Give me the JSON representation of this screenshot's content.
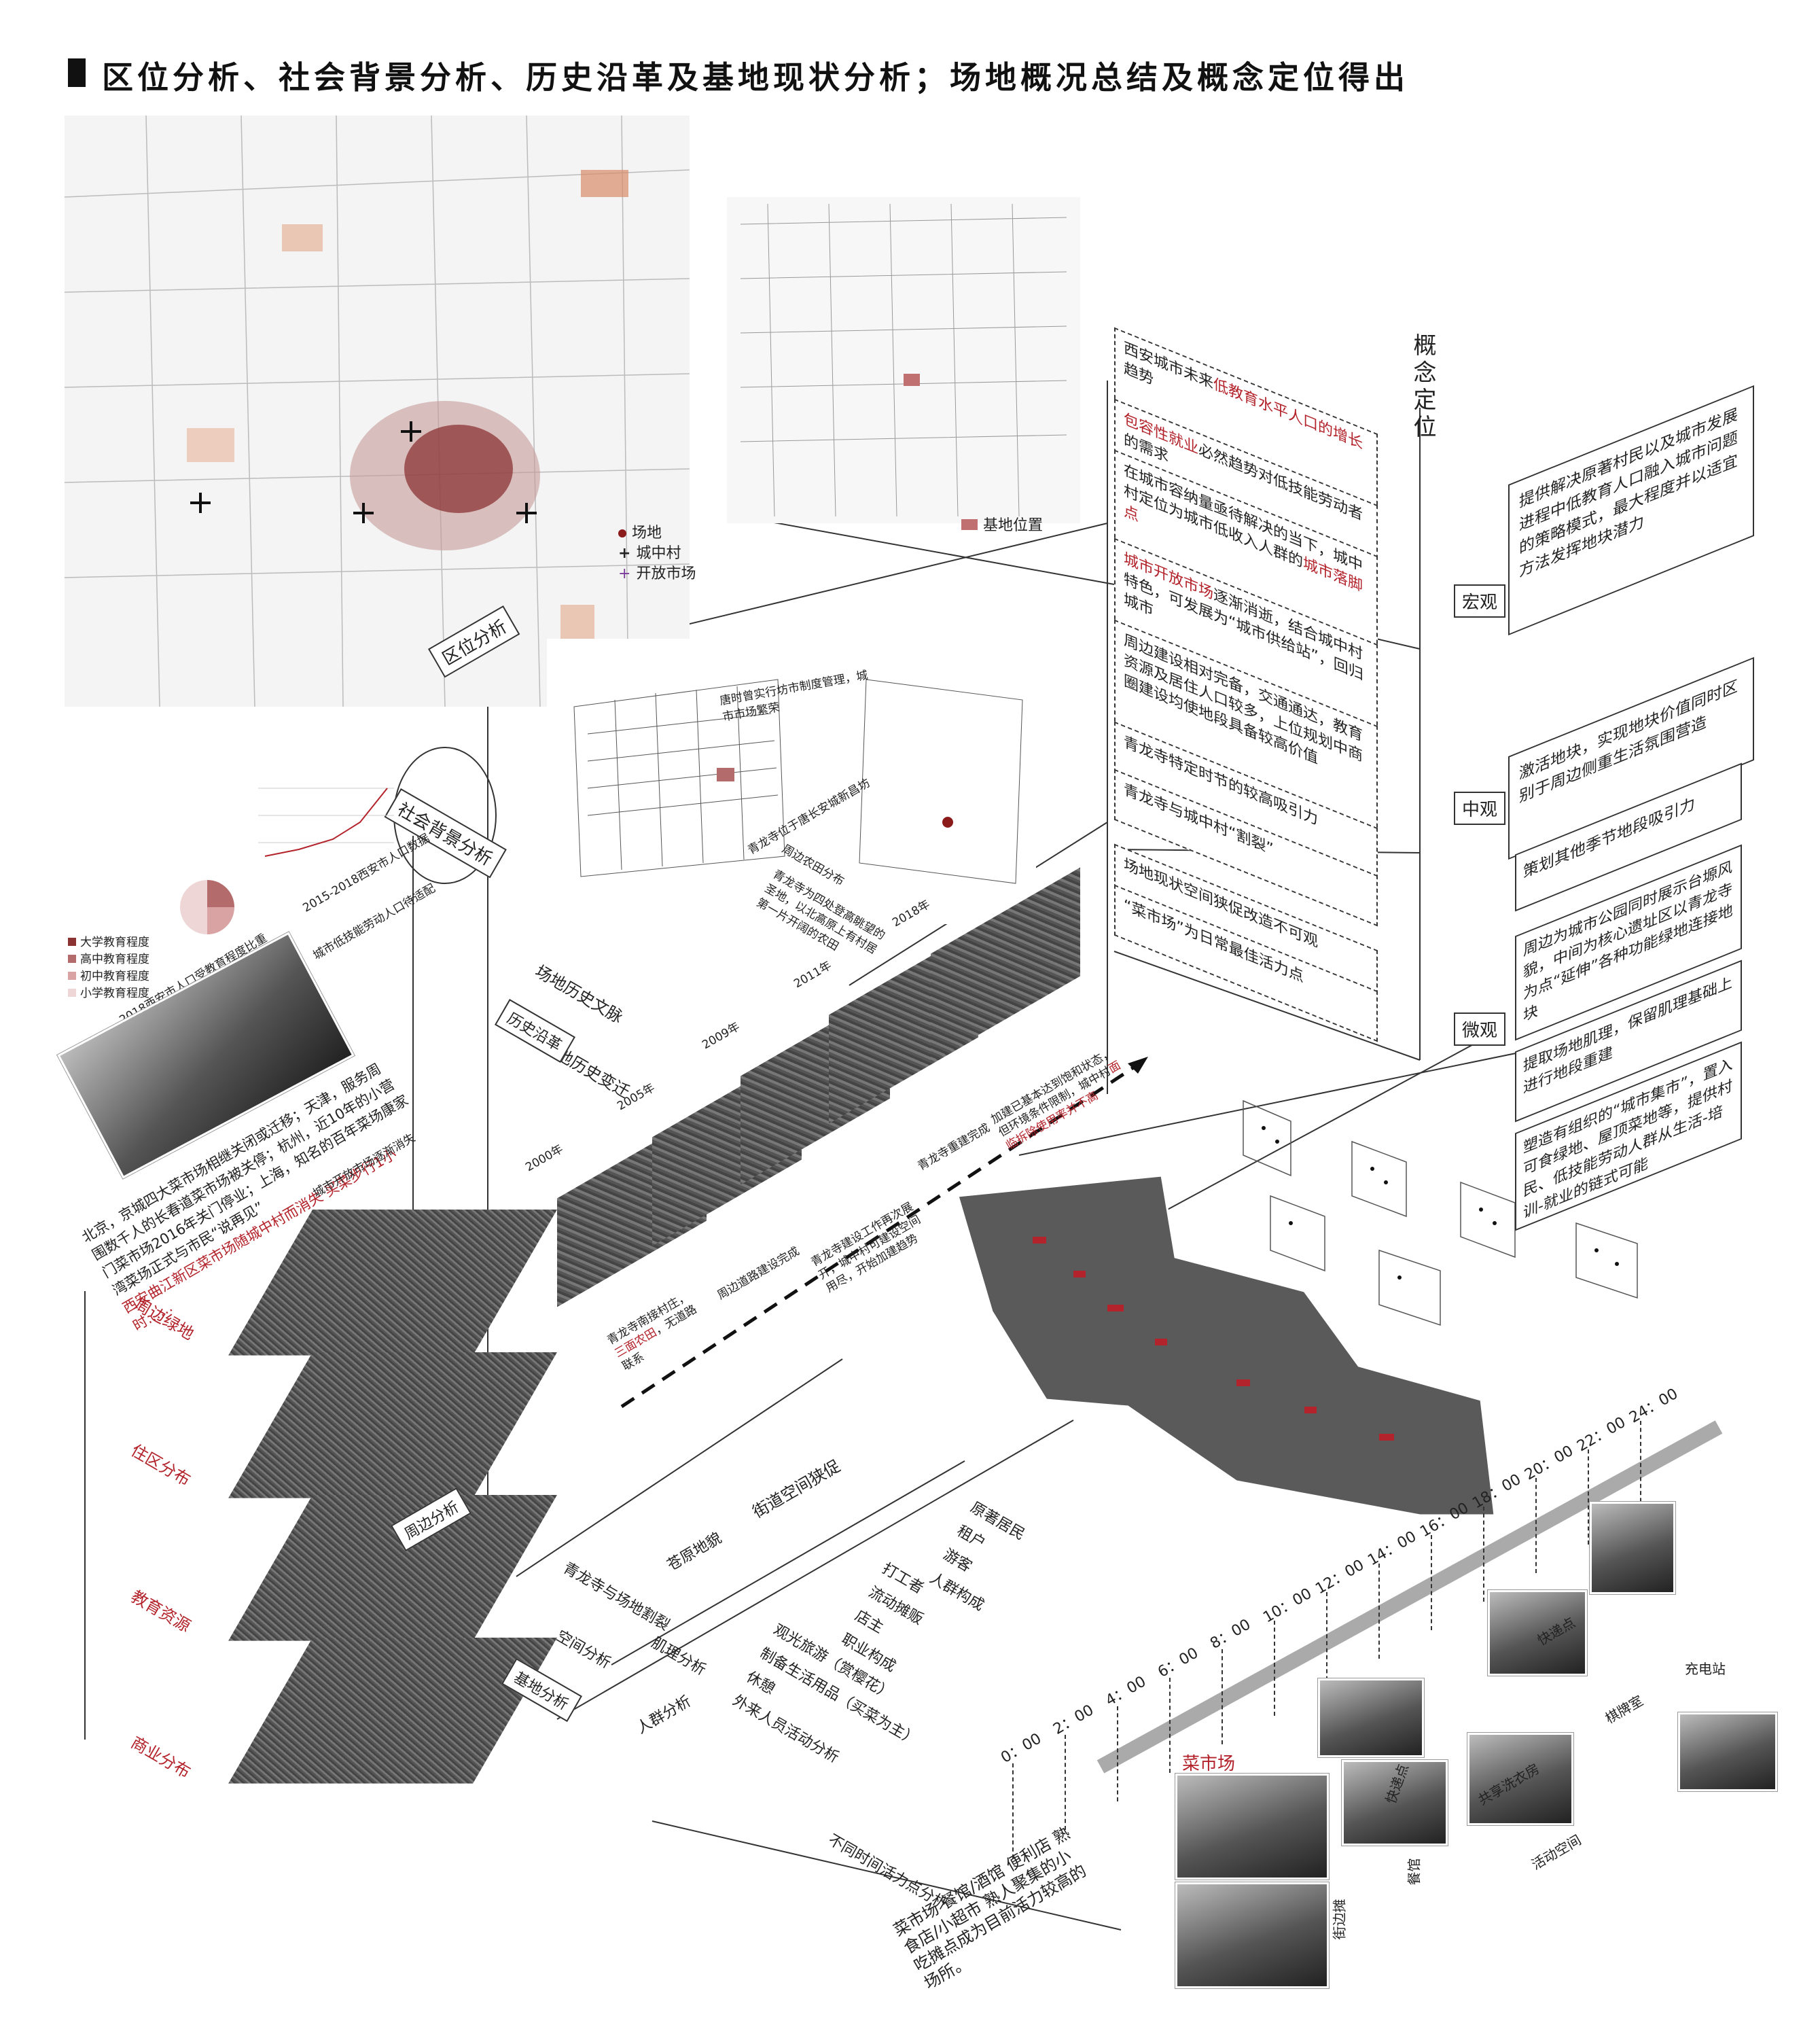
{
  "title": "区位分析、社会背景分析、历史沿革及基地现状分析；场地概况总结及概念定位得出",
  "concept": {
    "heading": "概念定位",
    "items": [
      {
        "normal": "西安城市未来",
        "highlight": "低教育水平人口的增长",
        "tail": "趋势"
      },
      {
        "normal": "",
        "highlight": "包容性就业",
        "tail": "必然趋势对低技能劳动者的需求"
      },
      {
        "normal": "在城市容纳量亟待解决的当下，城中村定位为城市低收入人群的",
        "highlight": "城市落脚点",
        "tail": ""
      },
      {
        "normal": "",
        "highlight": "城市开放市场",
        "tail": "逐渐消逝，结合城中村特色，可发展为“城市供给站”，回归城市"
      },
      {
        "normal": "周边建设相对完备，交通通达，教育资源及居住人口较多，上位规划中商圈建设均使地段具备较高价值",
        "highlight": "",
        "tail": ""
      },
      {
        "normal": "青龙寺特定时节的较高吸引力",
        "highlight": "",
        "tail": ""
      },
      {
        "normal": "青龙寺与城中村“割裂”",
        "highlight": "",
        "tail": ""
      },
      {
        "normal": "场地现状空间狭促改造不可观",
        "highlight": "",
        "tail": ""
      },
      {
        "normal": "“菜市场”为日常最佳活力点",
        "highlight": "",
        "tail": ""
      }
    ],
    "levels": [
      {
        "name": "宏观",
        "text": "提供解决原著村民以及城市发展进程中低教育人口融入城市问题的策略模式，最大程度并以适宜方法发挥地块潜力"
      },
      {
        "name": "中观",
        "text": "激活地块，实现地块价值同时区别于周边侧重生活氛围营造"
      },
      {
        "name": "微观",
        "text": "策划其他季节地段吸引力"
      },
      {
        "name": "",
        "text": "周边为城市公园同时展示台塬风貌，中间为核心遗址区以青龙寺为点“延伸”各种功能绿地连接地块"
      },
      {
        "name": "",
        "text": "提取场地肌理，保留肌理基础上进行地段重建"
      },
      {
        "name": "",
        "text": "塑造有组织的“城市集市”，置入可食绿地、屋顶菜地等，提供村民、低技能劳动人群从生活-培训-就业的链式可能"
      }
    ]
  },
  "location": {
    "label": "区位分析",
    "legend": [
      "场地",
      "城中村",
      "开放市场"
    ],
    "site_label": "基地位置"
  },
  "social": {
    "label": "社会背景分析",
    "chart_caption": "2015-2018西安市人口数据",
    "labor_caption": "城市低技能劳动人口待适配",
    "edu_legend": [
      "大学教育程度",
      "高中教育程度",
      "初中教育程度",
      "小学教育程度"
    ],
    "edu_caption": "2018西安市人口受教育程度比重",
    "market_text": "北京，京城四大菜市场相继关闭或迁移；天津，服务周围数千人的长春道菜市场被关停；杭州，近10年的小营门菜市场2016年关门停业；上海，知名的百年菜场康家湾菜场正式与市民“说再见”",
    "market_red": "西安曲江新区菜市场随城中村而消失 买菜步行1小时……",
    "market_caption": "城市开放市场逐渐消失",
    "layers": [
      "周边绿地",
      "住区分布",
      "教育资源",
      "商业分布"
    ],
    "around_label": "周边分析"
  },
  "history": {
    "label": "历史沿革",
    "culture": "场地历史文脉",
    "change": "场地历史变迁",
    "tang_note": "唐时曾实行坊市制度管理，城市市场繁荣",
    "temple_note": "青龙寺位于唐长安城新昌坊",
    "farm_caption": "周边农田分布",
    "farm_note": "青龙寺为四处登高眺望的圣地，以北高原上有村居第一片开阔的农田",
    "years": [
      "2000年",
      "2005年",
      "2009年",
      "2011年",
      "2018年"
    ],
    "notes": [
      {
        "text": "青龙寺南接村庄，",
        "red": "三面农田",
        "tail": "，无道路联系"
      },
      {
        "text": "周边道路建设完成",
        "red": "",
        "tail": ""
      },
      {
        "text": "青龙寺建设工作再次展开，城中村可建设空间用尽，开始加建趋势",
        "red": "",
        "tail": ""
      },
      {
        "text": "青龙寺重建完成",
        "red": "",
        "tail": ""
      },
      {
        "text": "加建已基本达到饱和状态，但环境条件限制，城中村",
        "red": "面临拆除使用率并不高",
        "tail": ""
      }
    ]
  },
  "base": {
    "label": "基地分析",
    "space": "空间分析",
    "texture": "肌理分析",
    "crowd": "人群分析",
    "street": "街道空间狭促",
    "split": "青龙寺与场地割裂",
    "terrain": "苍原地貌",
    "residents": [
      "原著居民",
      "租户",
      "游客"
    ],
    "resident_caption": "人群构成",
    "jobs": [
      "打工者",
      "流动摊贩",
      "店主"
    ],
    "job_caption": "职业构成",
    "activities": [
      "观光旅游（赏樱花）",
      "制备生活用品（买菜为主）",
      "休憩"
    ],
    "activity_caption": "外来人员活动分析",
    "timeline_caption": "不同时间活力点分析",
    "summary": "菜市场 餐馆/酒馆 便利店 熟食店/小超市 熟人聚集的小吃摊点成为目前活力较高的场所。"
  },
  "timeline": {
    "hours": [
      "0：00",
      "2：00",
      "4：00",
      "6：00",
      "8：00",
      "10：00",
      "12：00",
      "14：00",
      "16：00",
      "18：00",
      "20：00",
      "22：00",
      "24：00"
    ],
    "places": [
      "菜市场",
      "街边摊",
      "餐馆",
      "快递点",
      "共享洗衣房",
      "活动空间",
      "快递点",
      "棋牌室",
      "充电站"
    ]
  },
  "colors": {
    "accent": "#b3232b",
    "map_bg": "#4d4d4d",
    "line": "#333333"
  }
}
